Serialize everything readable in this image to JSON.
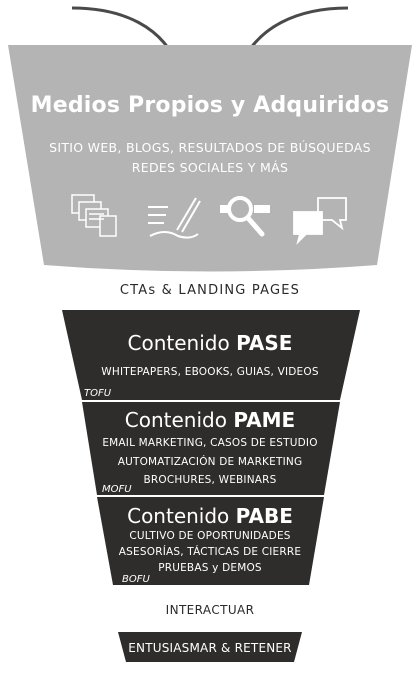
{
  "top": {
    "title": "Medios Propios y Adquiridos",
    "subtitle_1": "SITIO WEB, BLOGS, RESULTADOS DE BÚSQUEDAS",
    "subtitle_2": "REDES SOCIALES Y MÁS",
    "icons": [
      "web-pages-icon",
      "blog-writing-icon",
      "search-magnifier-icon",
      "social-chat-icon"
    ]
  },
  "ctas_label": "CTAs & LANDING PAGES",
  "stages": [
    {
      "name_prefix": "Contenido",
      "name_bold": "PASE",
      "lines": [
        "WHITEPAPERS, EBOOKS, GUIAS, VIDEOS"
      ],
      "tag": "TOFU"
    },
    {
      "name_prefix": "Contenido",
      "name_bold": "PAME",
      "lines": [
        "EMAIL MARKETING, CASOS DE ESTUDIO",
        "AUTOMATIZACIÓN DE MARKETING",
        "BROCHURES, WEBINARS"
      ],
      "tag": "MOFU"
    },
    {
      "name_prefix": "Contenido",
      "name_bold": "PABE",
      "lines": [
        "CULTIVO DE OPORTUNIDADES",
        "ASESORÍAS, TÁCTICAS DE CIERRE",
        "PRUEBAS y DEMOS"
      ],
      "tag": "BOFU"
    }
  ],
  "interact_label": "INTERACTUAR",
  "retain_label": "ENTUSIASMAR & RETENER",
  "colors": {
    "top_funnel": "#b4b4b4",
    "dark_funnel": "#2e2d2b",
    "separator": "#ffffff"
  }
}
